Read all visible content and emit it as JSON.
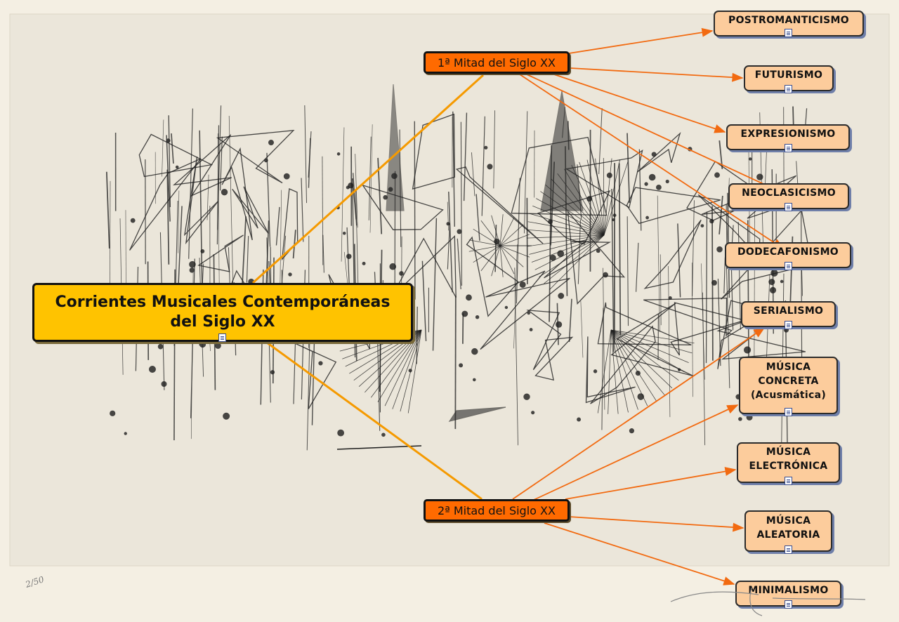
{
  "map": {
    "root": {
      "label": "Corrientes Musicales Contemporáneas del Siglo XX",
      "line1": "Corrientes Musicales Contemporáneas",
      "line2": "del Siglo XX"
    },
    "branch_1": {
      "label": "1ª Mitad del Siglo XX"
    },
    "branch_2": {
      "label": "2ª Mitad del Siglo XX"
    },
    "first_half_topics": [
      {
        "label": "POSTROMANTICISMO"
      },
      {
        "label": "FUTURISMO"
      },
      {
        "label": "EXPRESIONISMO"
      },
      {
        "label": "NEOCLASICISMO"
      },
      {
        "label": "DODECAFONISMO"
      }
    ],
    "second_half_topics": [
      {
        "label": "SERIALISMO"
      },
      {
        "line1": "MÚSICA",
        "line2": "CONCRETA",
        "line3": "(Acusmática)"
      },
      {
        "line1": "MÚSICA",
        "line2": "ELECTRÓNICA"
      },
      {
        "line1": "MÚSICA",
        "line2": "ALEATORIA"
      },
      {
        "label": "MINIMALISMO"
      }
    ]
  },
  "edition_mark": "2/50",
  "colors": {
    "root_fill": "#ffc300",
    "branch_fill": "#ff6a00",
    "topic_fill": "#fccc9c",
    "root_link": "#f59a00",
    "topic_link": "#f26a10",
    "background": "#f4efe3"
  },
  "icons": {
    "note": "note-icon"
  }
}
